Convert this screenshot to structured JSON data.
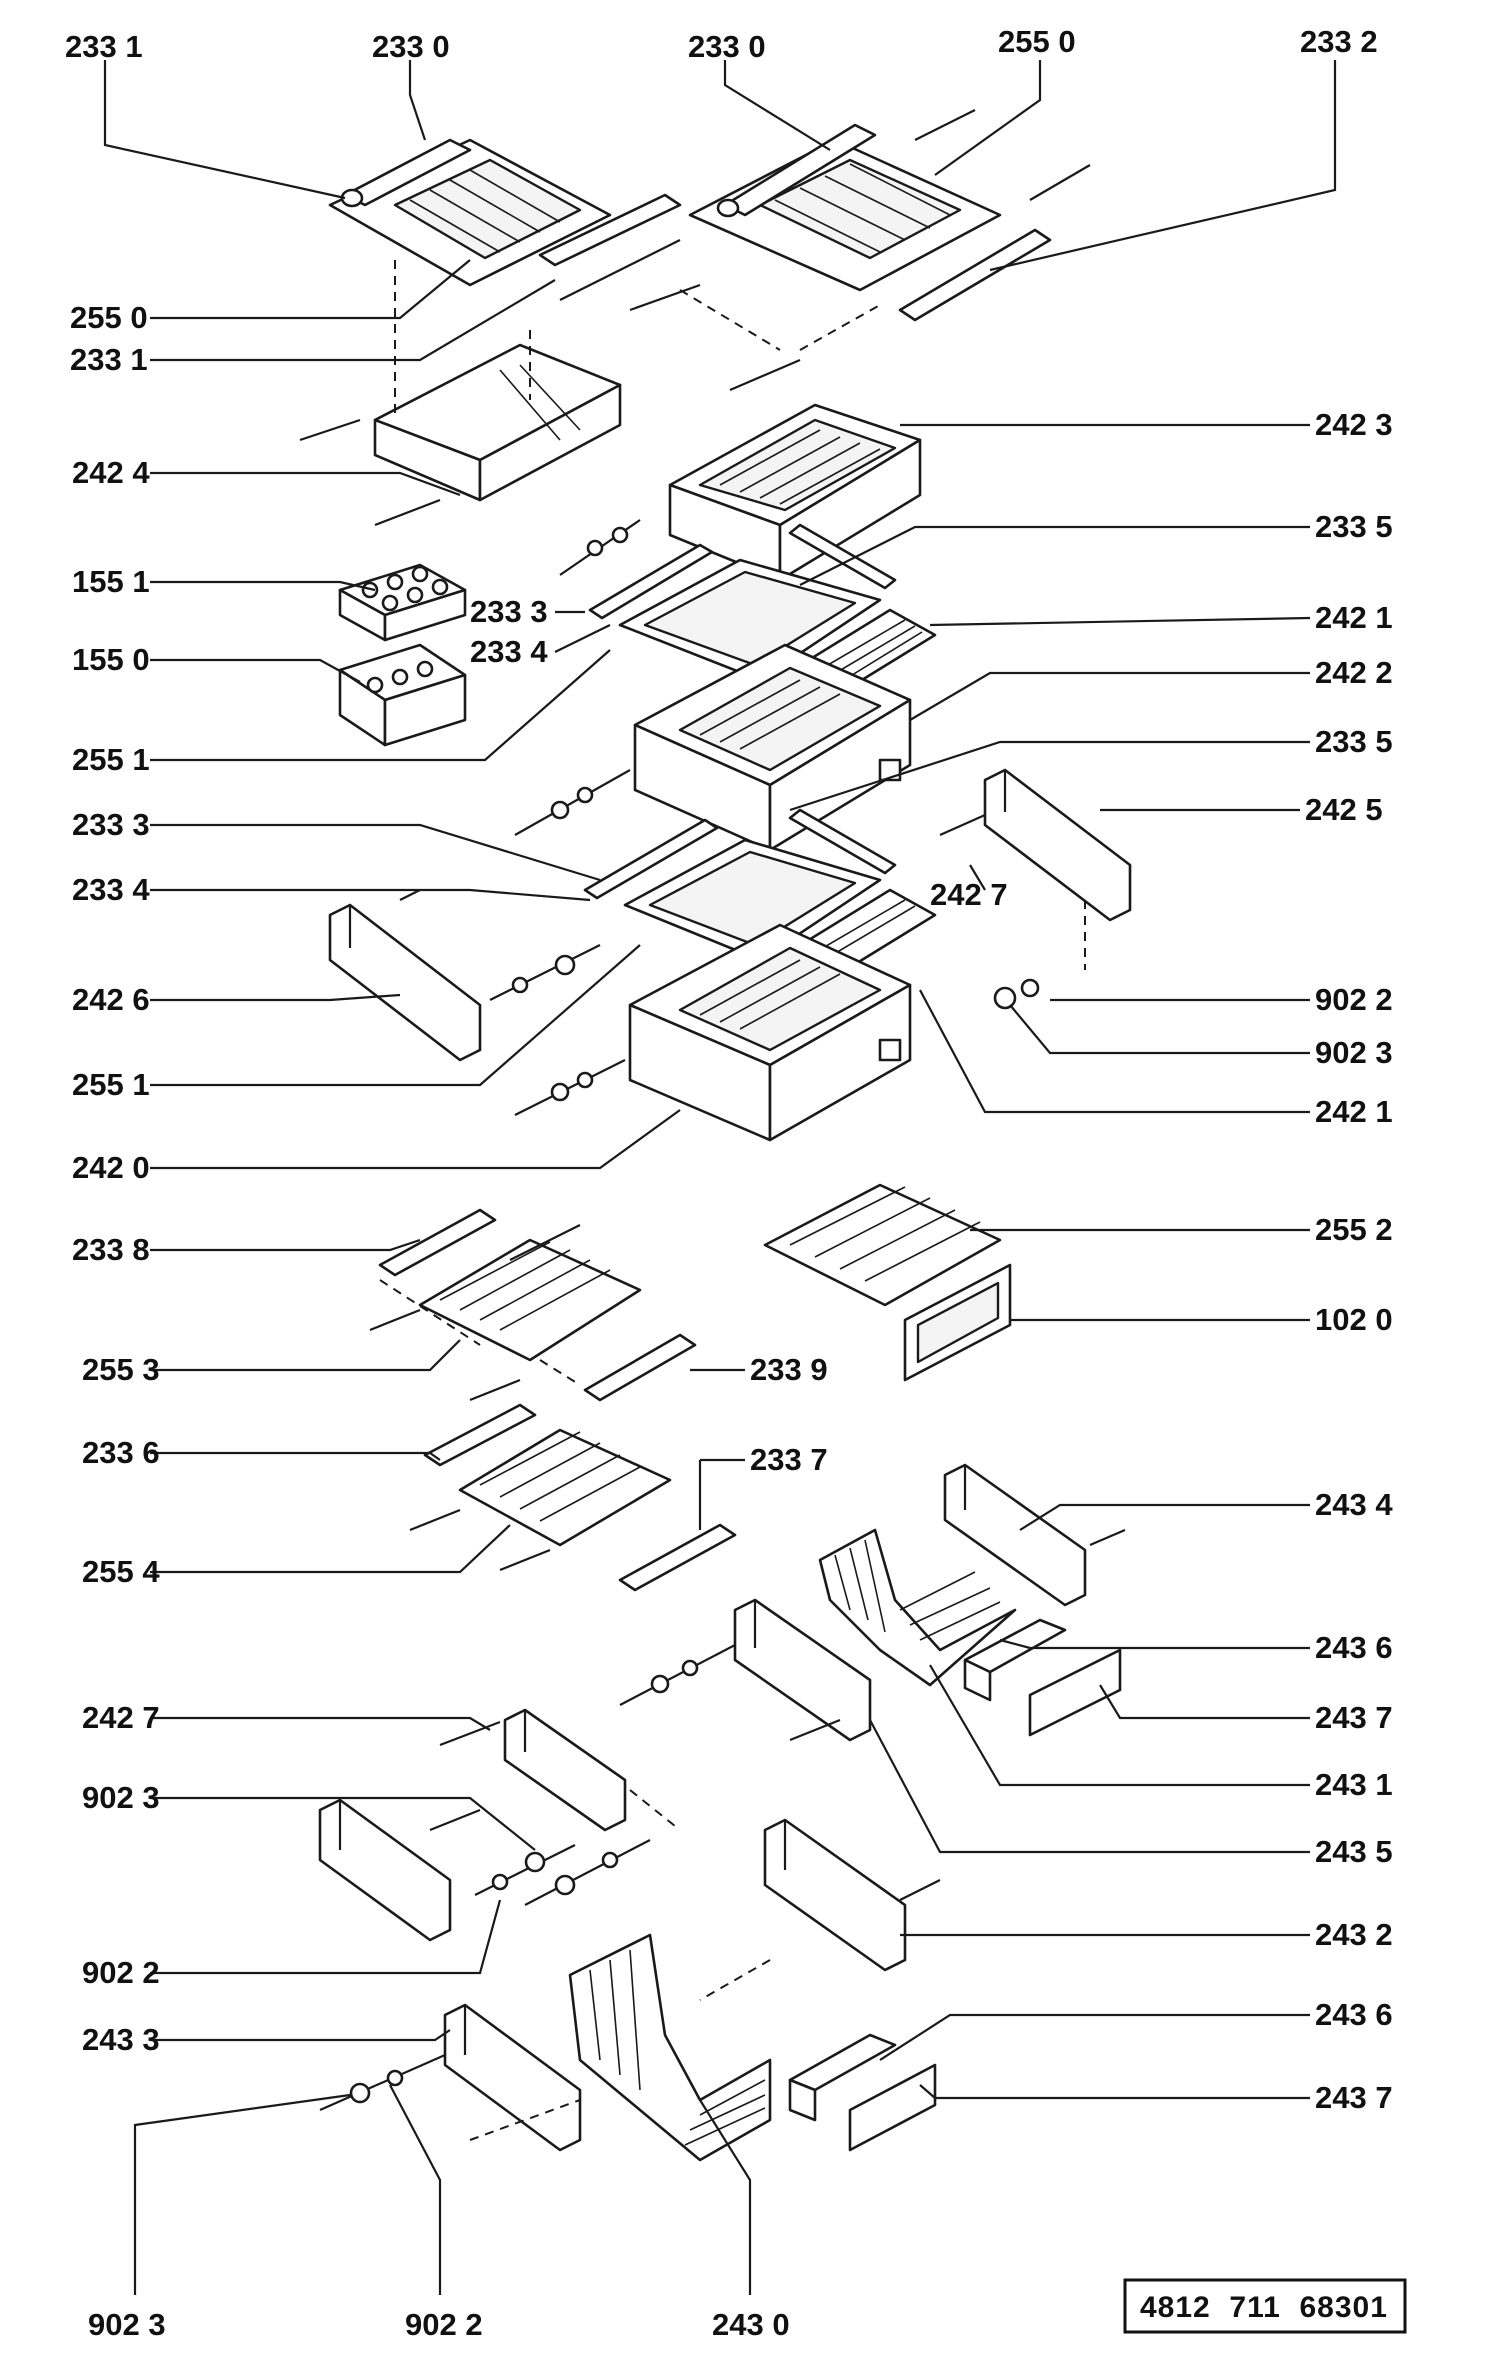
{
  "labels": {
    "l01": "233 1",
    "l02": "233 0",
    "l03": "233 0",
    "l04": "255 0",
    "l05": "233 2",
    "l06": "255 0",
    "l07": "233 1",
    "l08": "242 4",
    "l09": "242 3",
    "l10": "233 5",
    "l11": "155 1",
    "l12": "233 3",
    "l13": "233 4",
    "l14": "242 1",
    "l15": "155 0",
    "l16": "242 2",
    "l17": "255 1",
    "l18": "233 5",
    "l19": "233 3",
    "l20": "242 5",
    "l21": "242 7",
    "l22": "233 4",
    "l23": "242 6",
    "l24": "902 2",
    "l25": "902 3",
    "l26": "255 1",
    "l27": "242 1",
    "l28": "242 0",
    "l29": "233 8",
    "l30": "255 2",
    "l31": "102 0",
    "l32": "255 3",
    "l33": "233 9",
    "l34": "233 6",
    "l35": "233 7",
    "l36": "243 4",
    "l37": "255 4",
    "l38": "243 6",
    "l39": "242 7",
    "l40": "243 7",
    "l41": "902 3",
    "l42": "243 1",
    "l43": "243 5",
    "l44": "243 2",
    "l45": "902 2",
    "l46": "243 6",
    "l47": "243 3",
    "l48": "243 7",
    "l49": "902 3",
    "l50": "902 2",
    "l51": "243 0"
  },
  "part_number": "4812  711  68301"
}
